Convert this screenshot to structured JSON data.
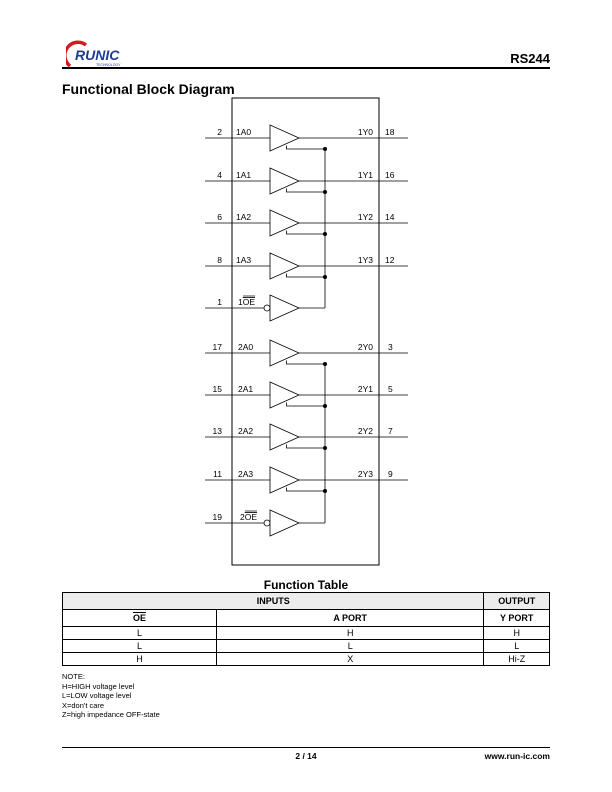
{
  "header": {
    "logo_text": "RUNIC",
    "logo_tagline": "TECHNOLOGY",
    "doc_id": "RS244"
  },
  "section_title": "Functional Block Diagram",
  "colors": {
    "logo_red": "#d7191e",
    "logo_blue": "#1c3d96",
    "header_gray": "#ececec"
  },
  "diagram": {
    "channels": [
      {
        "pin_in": "2",
        "label_in": "1A0",
        "label_out": "1Y0",
        "pin_out": "18"
      },
      {
        "pin_in": "4",
        "label_in": "1A1",
        "label_out": "1Y1",
        "pin_out": "16"
      },
      {
        "pin_in": "6",
        "label_in": "1A2",
        "label_out": "1Y2",
        "pin_out": "14"
      },
      {
        "pin_in": "8",
        "label_in": "1A3",
        "label_out": "1Y3",
        "pin_out": "12"
      },
      {
        "pin_in": "17",
        "label_in": "2A0",
        "label_out": "2Y0",
        "pin_out": "3"
      },
      {
        "pin_in": "15",
        "label_in": "2A1",
        "label_out": "2Y1",
        "pin_out": "5"
      },
      {
        "pin_in": "13",
        "label_in": "2A2",
        "label_out": "2Y2",
        "pin_out": "7"
      },
      {
        "pin_in": "11",
        "label_in": "2A3",
        "label_out": "2Y3",
        "pin_out": "9"
      }
    ],
    "enables": [
      {
        "pin": "1",
        "prefix": "1",
        "name": "OE"
      },
      {
        "pin": "19",
        "prefix": "2",
        "name": "OE"
      }
    ]
  },
  "function_table": {
    "title": "Function Table",
    "group_inputs": "INPUTS",
    "group_output": "OUTPUT",
    "col_oe": "OE",
    "col_a": "A PORT",
    "col_y": "Y PORT",
    "rows": [
      {
        "oe": "L",
        "a": "H",
        "y": "H"
      },
      {
        "oe": "L",
        "a": "L",
        "y": "L"
      },
      {
        "oe": "H",
        "a": "X",
        "y": "Hi-Z"
      }
    ]
  },
  "notes": [
    "NOTE:",
    "H=HIGH voltage level",
    "L=LOW voltage level",
    "X=don't care",
    "Z=high impedance OFF-state"
  ],
  "footer": {
    "page": "2 / 14",
    "website": "www.run-ic.com"
  }
}
